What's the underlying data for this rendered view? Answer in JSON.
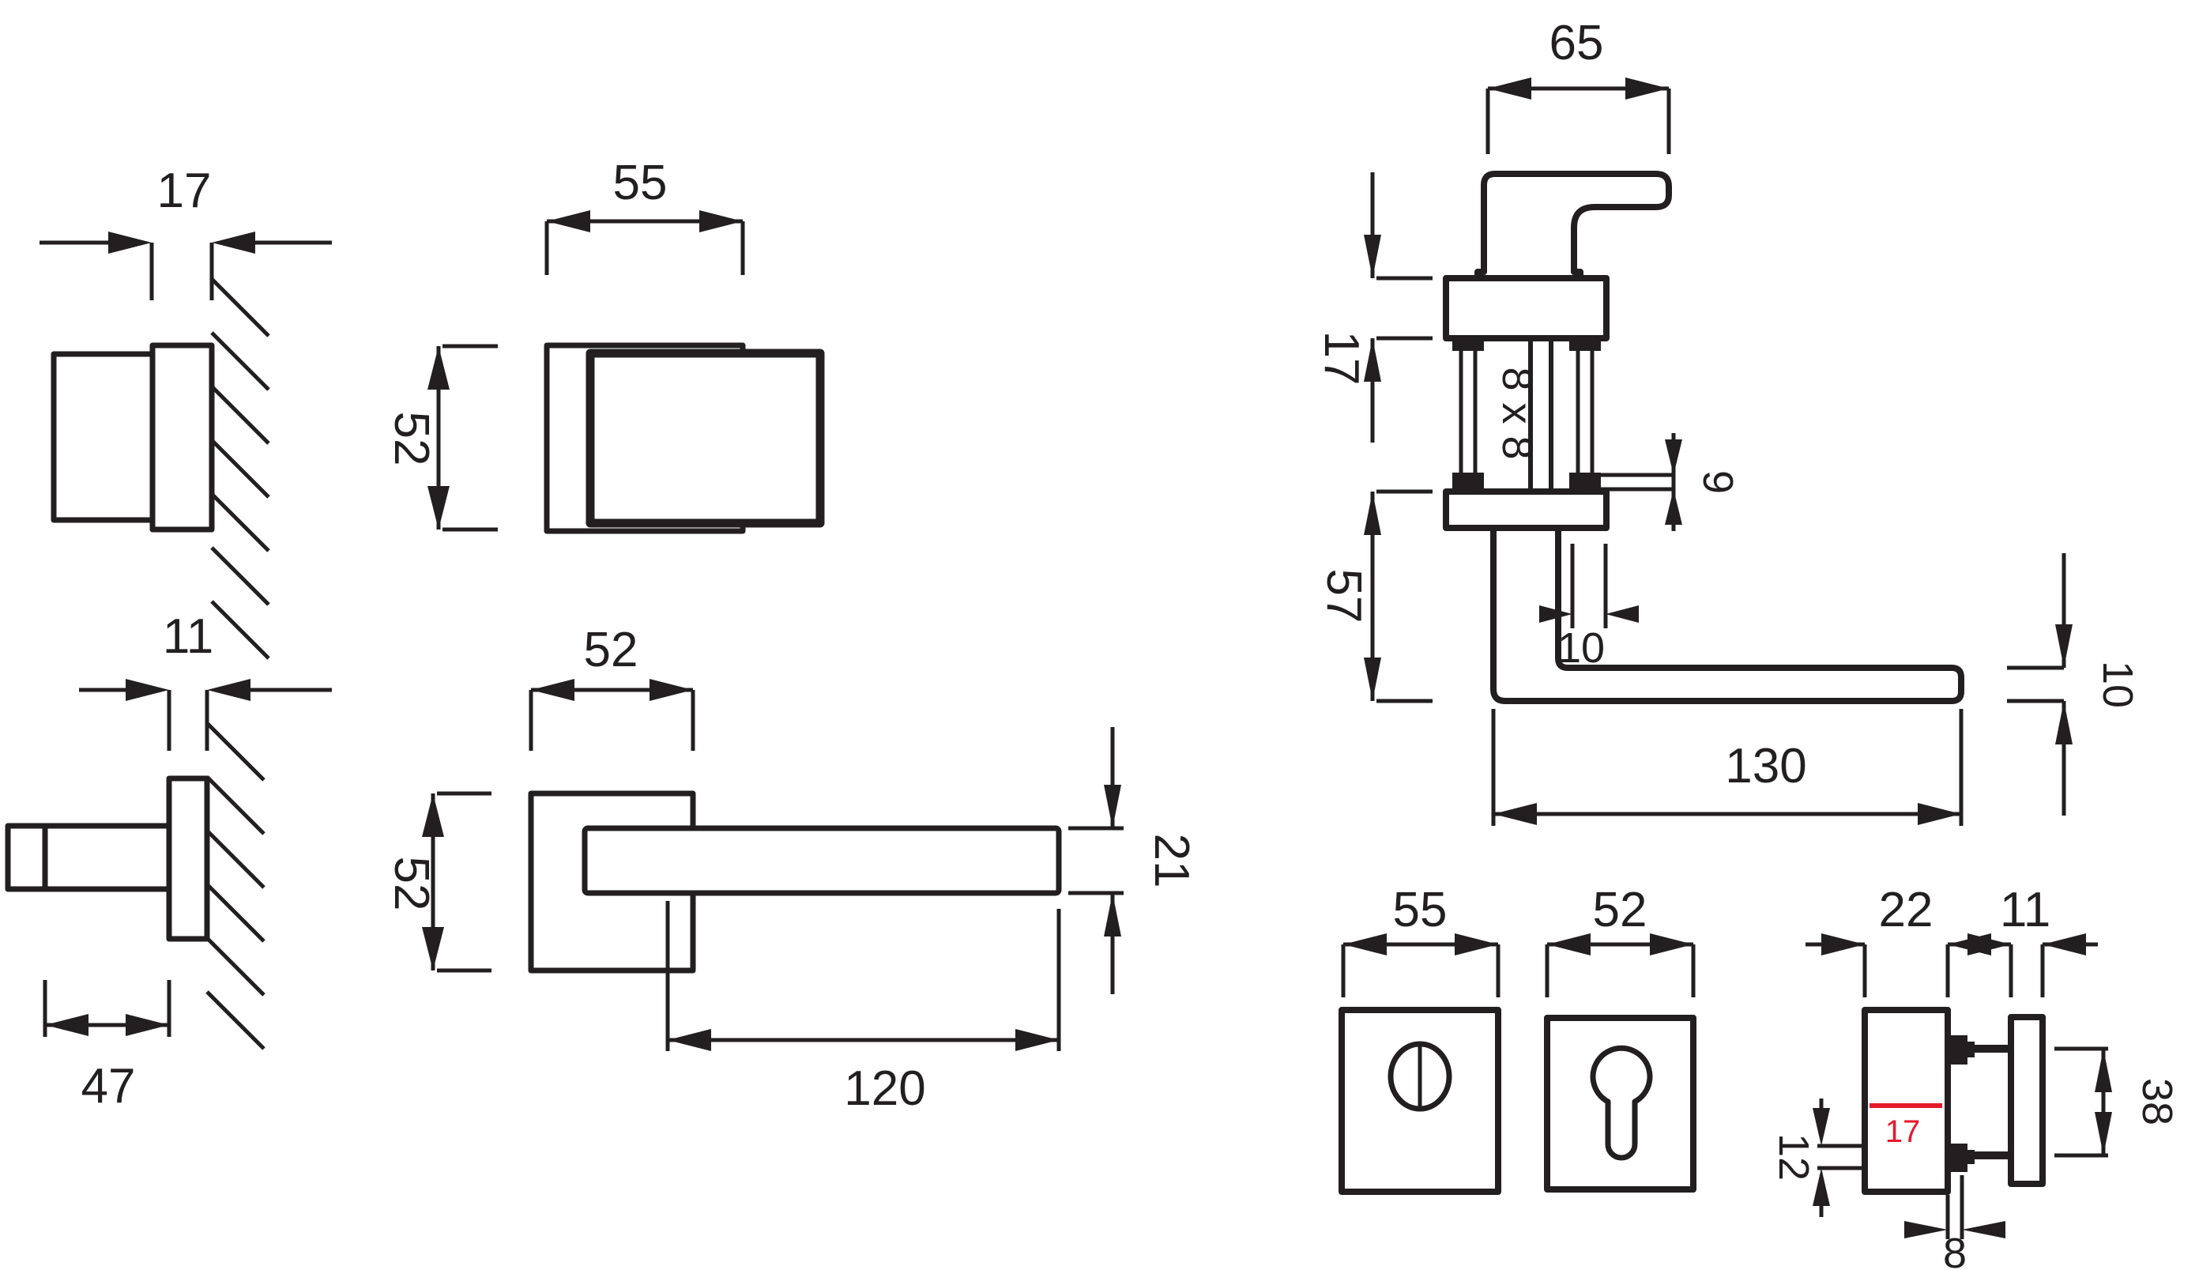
{
  "colors": {
    "background": "#ffffff",
    "line": "#231f20",
    "accent_red": "#e8192c"
  },
  "views": {
    "knob_side_view": {
      "rosette_thickness": "17"
    },
    "spindle_side_view": {
      "rosette_thickness": "11",
      "spindle_length": "47"
    },
    "rosette_front_view": {
      "width": "55",
      "height": "52"
    },
    "handle_front_view": {
      "rosette_width": "52",
      "rosette_height": "52",
      "lever_length": "120",
      "lever_thickness": "21"
    },
    "assembly_side_view": {
      "grip_length": "65",
      "rosette_thickness": "17",
      "spindle_section": "8 x 8",
      "boss_height": "9",
      "neck_height": "57",
      "neck_width": "10",
      "grip_reach": "130",
      "grip_thickness": "10"
    },
    "wc_rosette_front_view": {
      "width": "55"
    },
    "cylinder_rosette_front_view": {
      "width": "52"
    },
    "security_rosette_side_view": {
      "body_thickness": "22",
      "plate_thickness": "11",
      "screw_spacing": "38",
      "boss_span": "12",
      "boss_width": "8",
      "reduced_thickness": "17"
    }
  }
}
